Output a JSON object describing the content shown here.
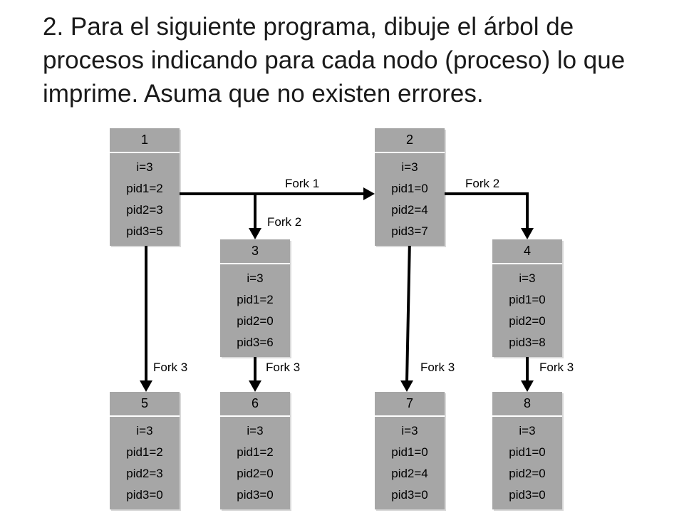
{
  "title": "2. Para el siguiente programa, dibuje el árbol de procesos indicando para cada nodo (proceso) lo que imprime. Asuma que no existen errores.",
  "nodes": [
    {
      "id": "1",
      "lines": [
        "i=3",
        "pid1=2",
        "pid2=3",
        "pid3=5"
      ]
    },
    {
      "id": "2",
      "lines": [
        "i=3",
        "pid1=0",
        "pid2=4",
        "pid3=7"
      ]
    },
    {
      "id": "3",
      "lines": [
        "i=3",
        "pid1=2",
        "pid2=0",
        "pid3=6"
      ]
    },
    {
      "id": "4",
      "lines": [
        "i=3",
        "pid1=0",
        "pid2=0",
        "pid3=8"
      ]
    },
    {
      "id": "5",
      "lines": [
        "i=3",
        "pid1=2",
        "pid2=3",
        "pid3=0"
      ]
    },
    {
      "id": "6",
      "lines": [
        "i=3",
        "pid1=2",
        "pid2=0",
        "pid3=0"
      ]
    },
    {
      "id": "7",
      "lines": [
        "i=3",
        "pid1=0",
        "pid2=4",
        "pid3=0"
      ]
    },
    {
      "id": "8",
      "lines": [
        "i=3",
        "pid1=0",
        "pid2=0",
        "pid3=0"
      ]
    }
  ],
  "edges": [
    {
      "from": "1",
      "to": "2",
      "label": "Fork 1"
    },
    {
      "from": "1",
      "to": "3",
      "label": "Fork 2"
    },
    {
      "from": "2",
      "to": "4",
      "label": "Fork 2"
    },
    {
      "from": "1",
      "to": "5",
      "label": "Fork 3"
    },
    {
      "from": "3",
      "to": "6",
      "label": "Fork 3"
    },
    {
      "from": "2",
      "to": "7",
      "label": "Fork 3"
    },
    {
      "from": "4",
      "to": "8",
      "label": "Fork 3"
    }
  ],
  "colors": {
    "node_fill": "#a6a6a6",
    "arrow": "#000000"
  }
}
